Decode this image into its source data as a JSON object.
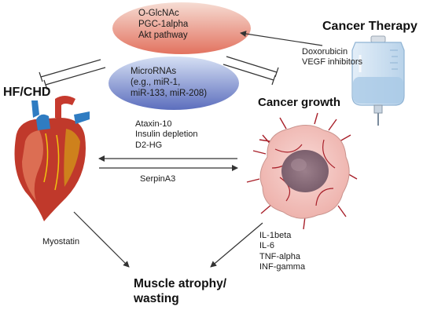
{
  "colors": {
    "pink_ellipse_top": "#f4d2c8",
    "pink_ellipse_bottom": "#e0705e",
    "blue_ellipse_top": "#c9d6f0",
    "blue_ellipse_bottom": "#5d6fbe",
    "heart_red": "#c0392b",
    "heart_blue": "#2f7cc2",
    "tumor_pink": "#f5c8c3",
    "tumor_core": "#8c6f7c",
    "vessel_red": "#a8202a",
    "iv_bag_blue": "#cfe2f3",
    "arrow": "#333333"
  },
  "labels": {
    "hf_chd": "HF/CHD",
    "cancer_therapy": "Cancer Therapy",
    "cancer_growth": "Cancer growth",
    "muscle_atrophy_line1": "Muscle atrophy/",
    "muscle_atrophy_line2": "wasting"
  },
  "pink_ellipse": {
    "lines": [
      "O-GlcNAc",
      "PGC-1alpha",
      "Akt pathway"
    ]
  },
  "blue_ellipse": {
    "lines": [
      "MicroRNAs",
      "(e.g., miR-1,",
      "miR-133, miR-208)"
    ]
  },
  "therapy_agents": [
    "Doxorubicin",
    "VEGF inhibitors"
  ],
  "crosstalk_factors": [
    "Ataxin-10",
    "Insulin depletion",
    "D2-HG"
  ],
  "serpin_label": "SerpinA3",
  "myostatin_label": "Myostatin",
  "cytokines": [
    "IL-1beta",
    "IL-6",
    "TNF-alpha",
    "INF-gamma"
  ],
  "icons": [
    "heart-icon",
    "tumor-icon",
    "iv-bag-icon"
  ]
}
